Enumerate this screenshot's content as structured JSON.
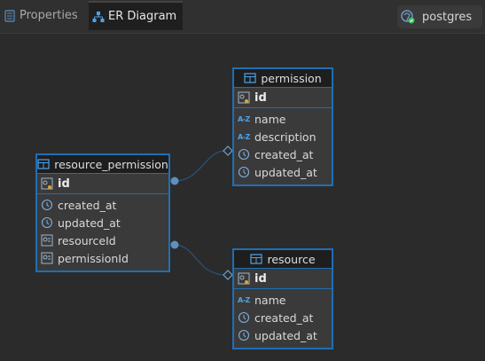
{
  "tabs": [
    {
      "label": "Properties",
      "icon": "properties-icon",
      "active": false
    },
    {
      "label": "ER Diagram",
      "icon": "er-diagram-icon",
      "active": true
    }
  ],
  "connection": {
    "label": "postgres",
    "icon": "postgres-icon"
  },
  "colors": {
    "accent": "#1e6fb5",
    "background": "#2b2b2b",
    "entity_body": "#3a3a3a",
    "entity_header": "#1e1e1e"
  },
  "entities": {
    "permission": {
      "name": "permission",
      "pk": "id",
      "columns": [
        {
          "name": "name",
          "type_icon": "string-icon"
        },
        {
          "name": "description",
          "type_icon": "string-icon"
        },
        {
          "name": "created_at",
          "type_icon": "datetime-icon"
        },
        {
          "name": "updated_at",
          "type_icon": "datetime-icon"
        }
      ]
    },
    "resource_permission": {
      "name": "resource_permission",
      "pk": "id",
      "columns": [
        {
          "name": "created_at",
          "type_icon": "datetime-icon"
        },
        {
          "name": "updated_at",
          "type_icon": "datetime-icon"
        },
        {
          "name": "resourceId",
          "type_icon": "foreign-key-icon"
        },
        {
          "name": "permissionId",
          "type_icon": "foreign-key-icon"
        }
      ]
    },
    "resource": {
      "name": "resource",
      "pk": "id",
      "columns": [
        {
          "name": "name",
          "type_icon": "string-icon"
        },
        {
          "name": "created_at",
          "type_icon": "datetime-icon"
        },
        {
          "name": "updated_at",
          "type_icon": "datetime-icon"
        }
      ]
    }
  }
}
